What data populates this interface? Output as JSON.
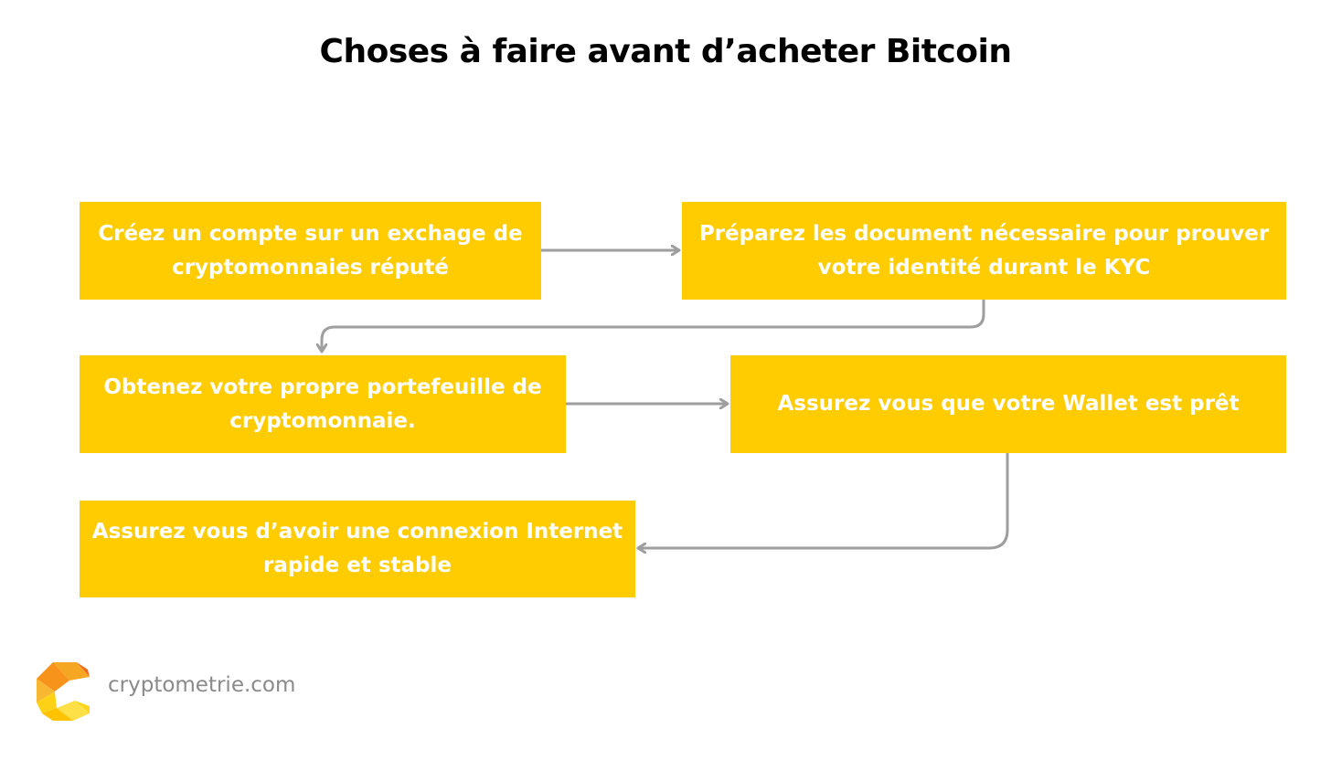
{
  "title": "Choses à faire avant d’acheter Bitcoin",
  "steps": [
    {
      "text": "Créez un compte sur un exchage de cryptomonnaies  réputé"
    },
    {
      "text": "Préparez les document nécessaire pour prouver votre identité durant le KYC"
    },
    {
      "text": "Obtenez votre propre portefeuille de cryptomonnaie."
    },
    {
      "text": "Assurez vous que votre Wallet est prêt"
    },
    {
      "text": "Assurez vous d’avoir une connexion Internet rapide et stable"
    }
  ],
  "colors": {
    "box_fill": "#fecc00",
    "box_text": "#ffffff",
    "arrow": "#9e9e9e",
    "title": "#000000",
    "brand_text": "#8a8a8a"
  },
  "brand": {
    "name": "cryptometrie.com",
    "logo_icon": "cryptometrie-logo-icon"
  }
}
